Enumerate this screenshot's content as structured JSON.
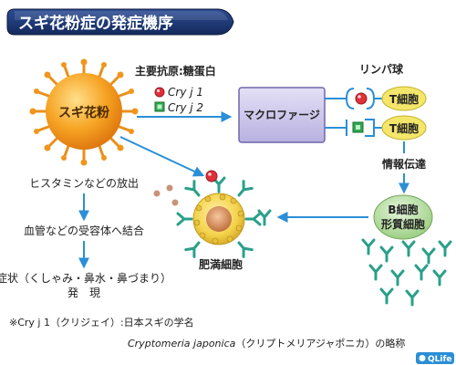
{
  "title": "スギ花粉症の発症機序",
  "pollen_label": "スギ花粉",
  "antigen": {
    "heading": "主要抗原:糖蛋白",
    "items": [
      {
        "name": "Cry j 1",
        "color": "#e0303a"
      },
      {
        "name": "Cry j 2",
        "color": "#2fa84f"
      }
    ]
  },
  "macrophage_label": "マクロファージ",
  "lymph_label": "リンパ球",
  "tcell_label": "T細胞",
  "info_label": "情報伝達",
  "bcell_line1": "B細胞",
  "bcell_line2": "形質細胞",
  "mast_label": "肥満細胞",
  "steps": [
    "ヒスタミンなどの放出",
    "血管などの受容体へ結合",
    "症状（くしゃみ・鼻水・鼻づまり）"
  ],
  "steps_last_line2": "発　現",
  "note_line1": "※Cry j 1（クリジェイ）:日本スギの学名",
  "note_line2_italic": "Cryptomeria japonica",
  "note_line2_rest": "（クリプトメリアジャポニカ）の略称",
  "logo_text": "QLife",
  "colors": {
    "banner_fill": "#1f3a78",
    "accent": "#2a8fd6",
    "pollen": "#f29a1d",
    "macrophage": "#c9c3ea",
    "tcell": "#f3e66a",
    "bcell": "#b9dfa4",
    "antibody": "#2aa08a"
  }
}
